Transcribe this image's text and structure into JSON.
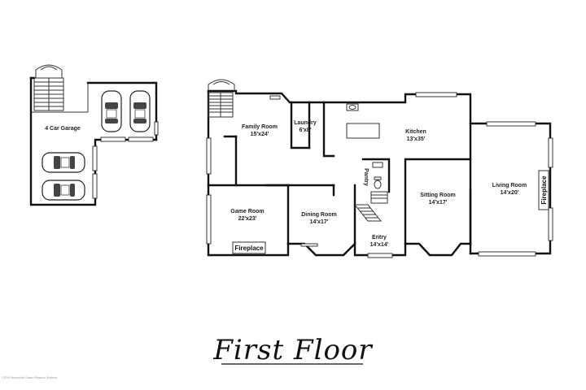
{
  "title": "First Floor",
  "copyright": "©2019 Monmouth Ocean Regional Realtors",
  "rooms": [
    {
      "name": "4 Car Garage",
      "dims": ""
    },
    {
      "name": "Family Room",
      "dims": "15'x24'"
    },
    {
      "name": "Laundry",
      "dims": "6'x8'"
    },
    {
      "name": "Kitchen",
      "dims": "13'x35'"
    },
    {
      "name": "Game Room",
      "dims": "22'x23'"
    },
    {
      "name": "Dining Room",
      "dims": "14'x17'"
    },
    {
      "name": "Pantry",
      "dims": ""
    },
    {
      "name": "Sitting Room",
      "dims": "14'x17'"
    },
    {
      "name": "Living Room",
      "dims": "14'x20'"
    },
    {
      "name": "Entry",
      "dims": "14'x14'"
    }
  ],
  "fireplaces": [
    "Fireplace",
    "Fireplace"
  ]
}
